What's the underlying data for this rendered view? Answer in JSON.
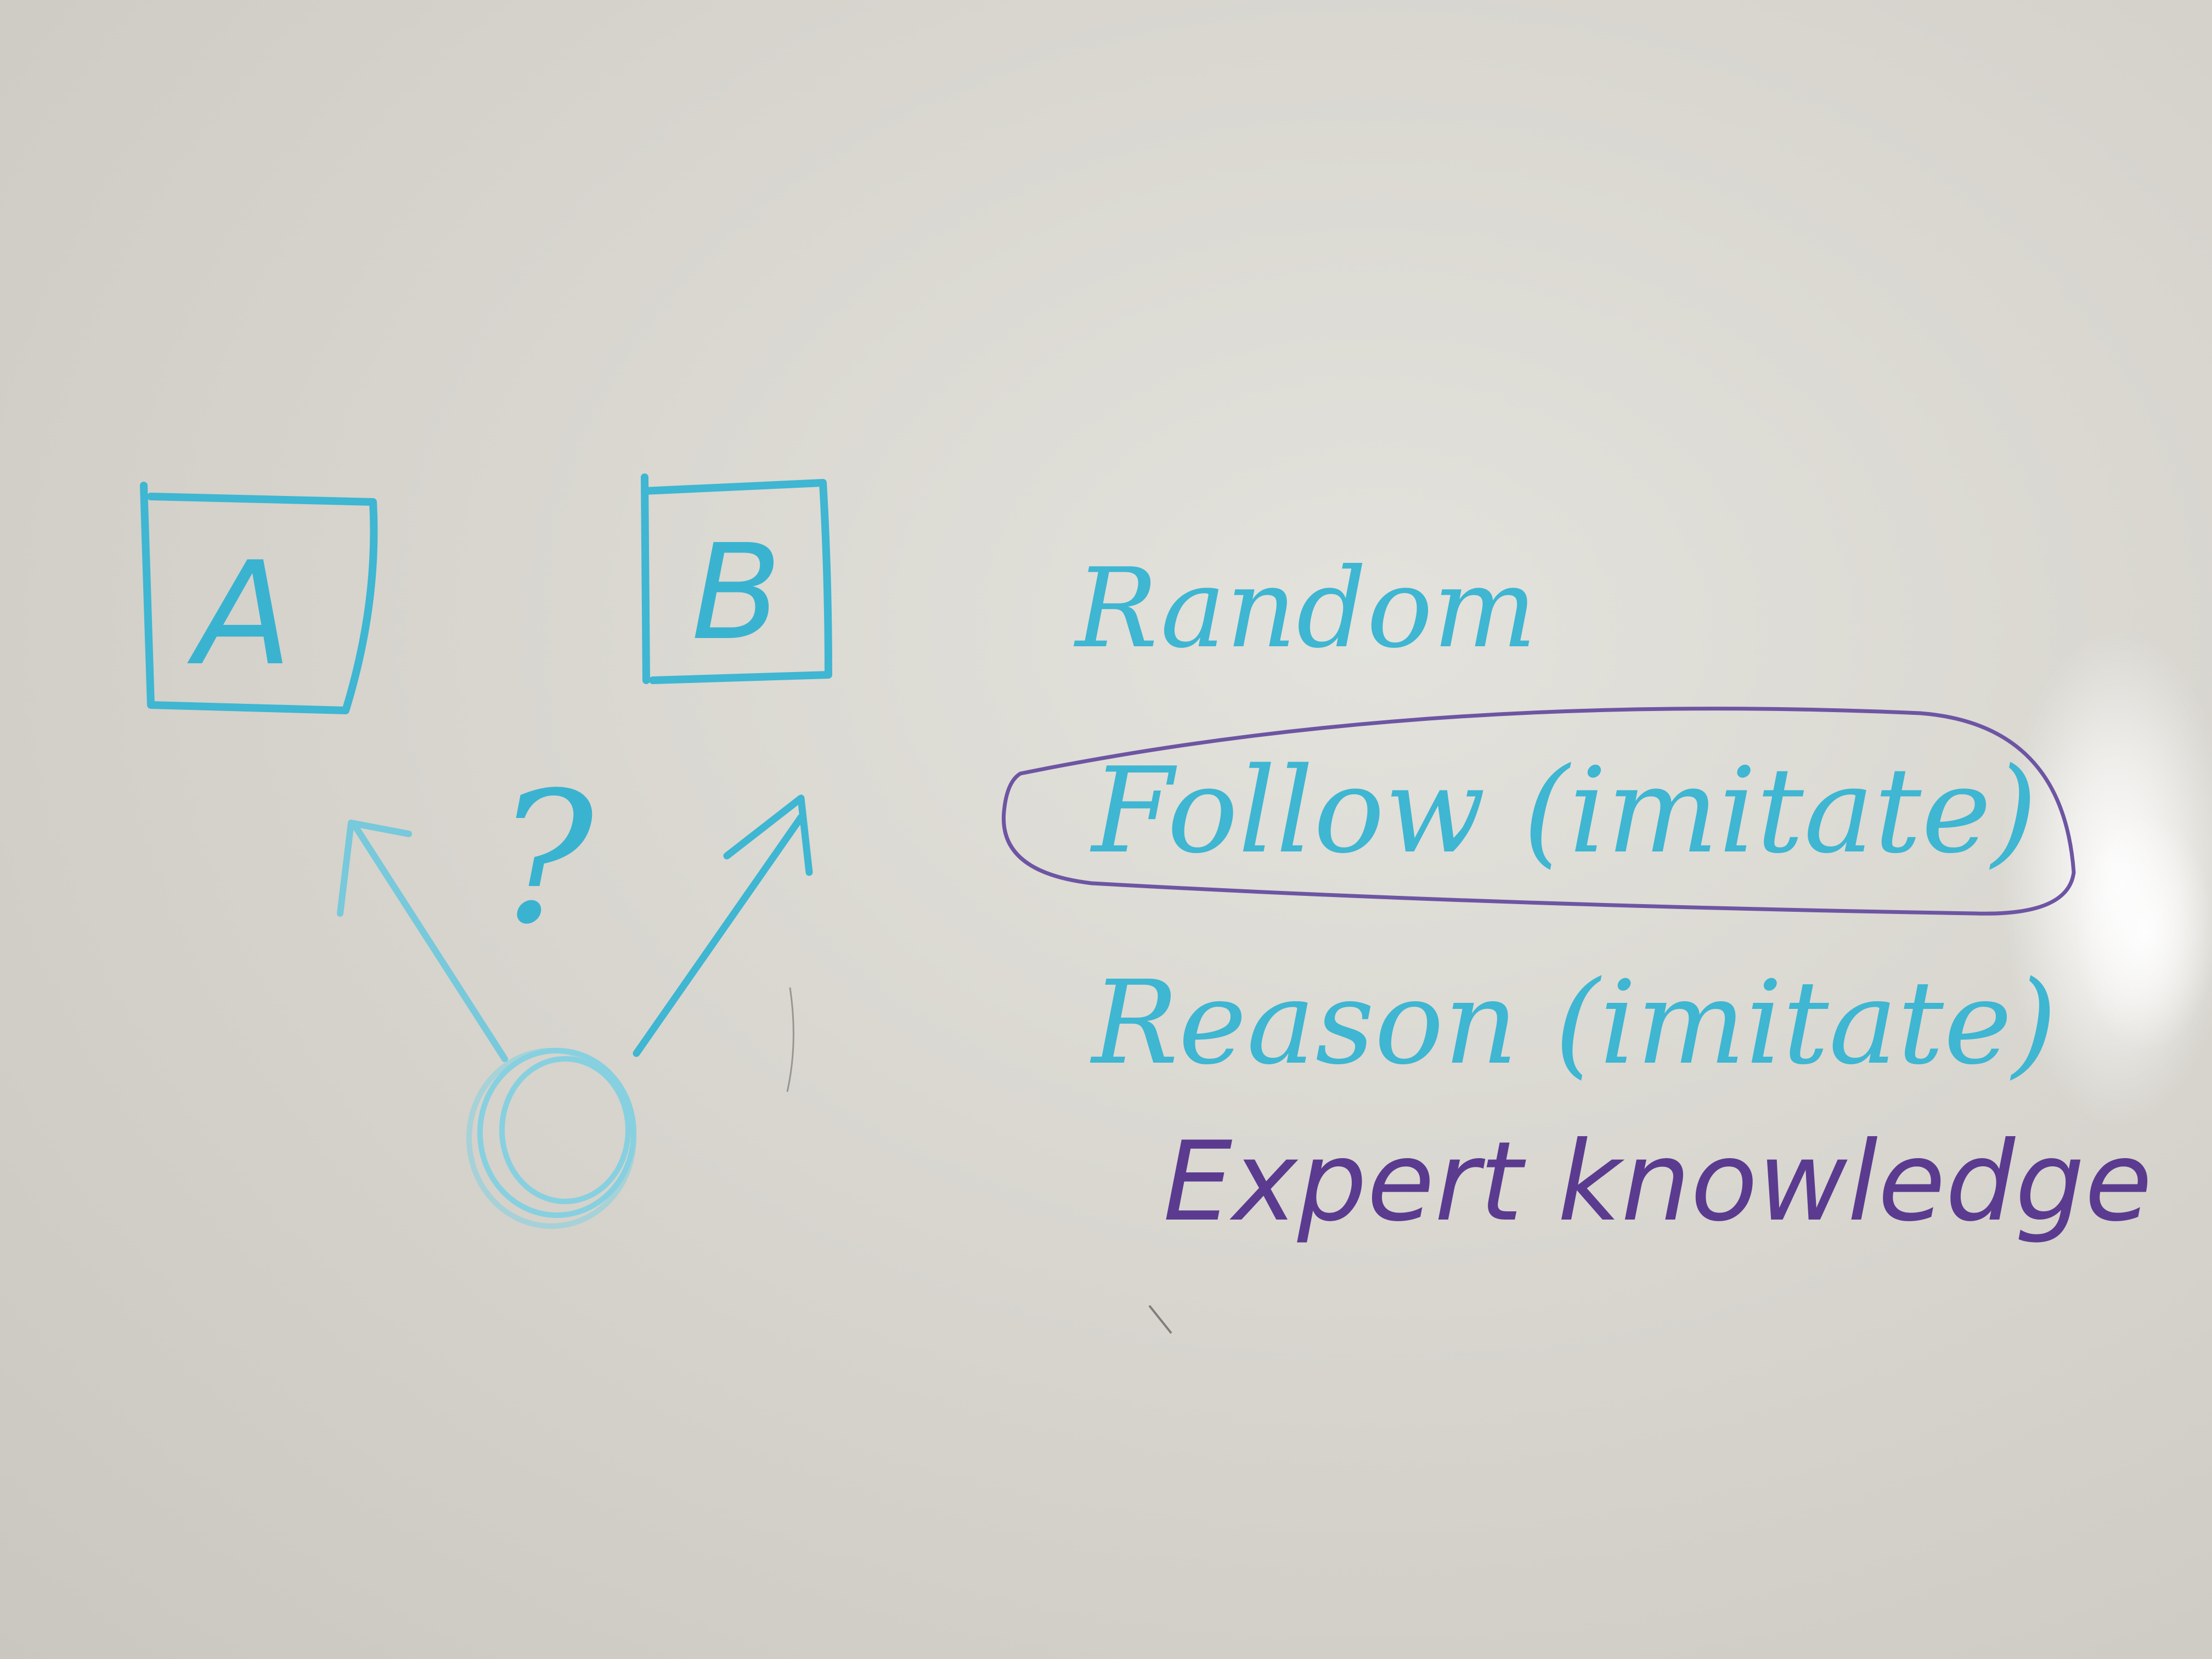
{
  "board": {
    "box_a_label": "A",
    "box_b_label": "B",
    "question_mark": "?",
    "options": [
      {
        "text": "Random"
      },
      {
        "text": "Follow (imitate)"
      },
      {
        "text": "Reason (imitate)"
      }
    ],
    "note": "Expert knowledge",
    "colors": {
      "blue_marker": "#3fb6d2",
      "purple_marker": "#5b3b8f",
      "board": "#dcdad3"
    }
  }
}
